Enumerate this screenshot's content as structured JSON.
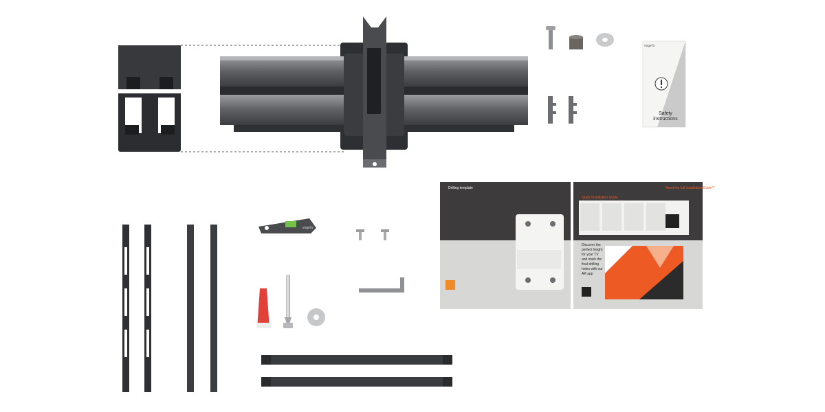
{
  "safety_card": {
    "brand": "vogel's",
    "title_line1": "Safety",
    "title_line2": "instructions"
  },
  "template": {
    "heading": "Drilling template",
    "subheading": "Quick Installation Guide",
    "full_guide": "Need the full installation Guide?",
    "promo_line1": "Discover the",
    "promo_line2": "perfect height",
    "promo_line3": "for your TV",
    "promo_line4": "and mark the",
    "promo_line5": "final drilling",
    "promo_line6": "holes with our",
    "promo_line7": "AR app"
  },
  "level": {
    "brand": "vogel's"
  },
  "colors": {
    "background": "#ffffff",
    "metal_dark": "#3a3b3e",
    "metal_mid": "#55575b",
    "metal_light": "#8c8e92",
    "accent_orange": "#ee5a24",
    "card_grey": "#d7d7d5",
    "card_dark": "#3d3b3c"
  }
}
